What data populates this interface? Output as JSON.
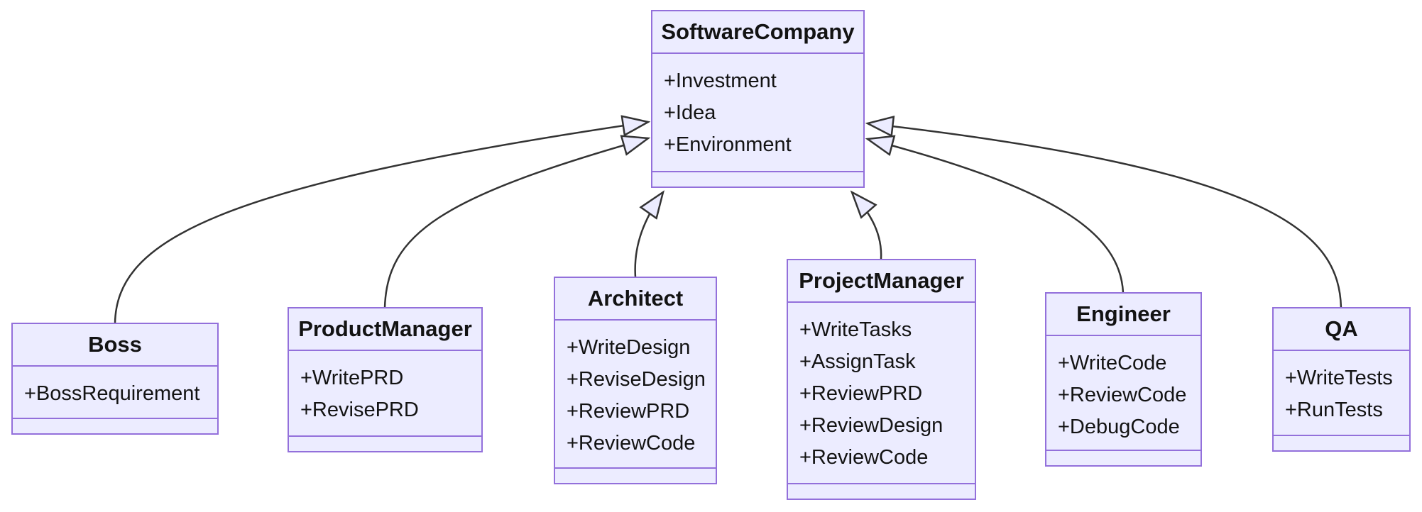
{
  "diagram": {
    "type": "uml-class-diagram",
    "colors": {
      "class_fill": "#ECECFF",
      "class_border": "#9370DB",
      "relation_line": "#333333",
      "text": "#131313",
      "background": "#FFFFFF"
    },
    "classes": {
      "SoftwareCompany": {
        "name": "SoftwareCompany",
        "attributes": [
          "+Investment",
          "+Idea",
          "+Environment"
        ],
        "methods": []
      },
      "Boss": {
        "name": "Boss",
        "attributes": [
          "+BossRequirement"
        ],
        "methods": []
      },
      "ProductManager": {
        "name": "ProductManager",
        "attributes": [
          "+WritePRD",
          "+RevisePRD"
        ],
        "methods": []
      },
      "Architect": {
        "name": "Architect",
        "attributes": [
          "+WriteDesign",
          "+ReviseDesign",
          "+ReviewPRD",
          "+ReviewCode"
        ],
        "methods": []
      },
      "ProjectManager": {
        "name": "ProjectManager",
        "attributes": [
          "+WriteTasks",
          "+AssignTask",
          "+ReviewPRD",
          "+ReviewDesign",
          "+ReviewCode"
        ],
        "methods": []
      },
      "Engineer": {
        "name": "Engineer",
        "attributes": [
          "+WriteCode",
          "+ReviewCode",
          "+DebugCode"
        ],
        "methods": []
      },
      "QA": {
        "name": "QA",
        "attributes": [
          "+WriteTests",
          "+RunTests"
        ],
        "methods": []
      }
    },
    "relations": [
      {
        "from": "Boss",
        "to": "SoftwareCompany",
        "type": "inheritance"
      },
      {
        "from": "ProductManager",
        "to": "SoftwareCompany",
        "type": "inheritance"
      },
      {
        "from": "Architect",
        "to": "SoftwareCompany",
        "type": "inheritance"
      },
      {
        "from": "ProjectManager",
        "to": "SoftwareCompany",
        "type": "inheritance"
      },
      {
        "from": "Engineer",
        "to": "SoftwareCompany",
        "type": "inheritance"
      },
      {
        "from": "QA",
        "to": "SoftwareCompany",
        "type": "inheritance"
      }
    ]
  }
}
